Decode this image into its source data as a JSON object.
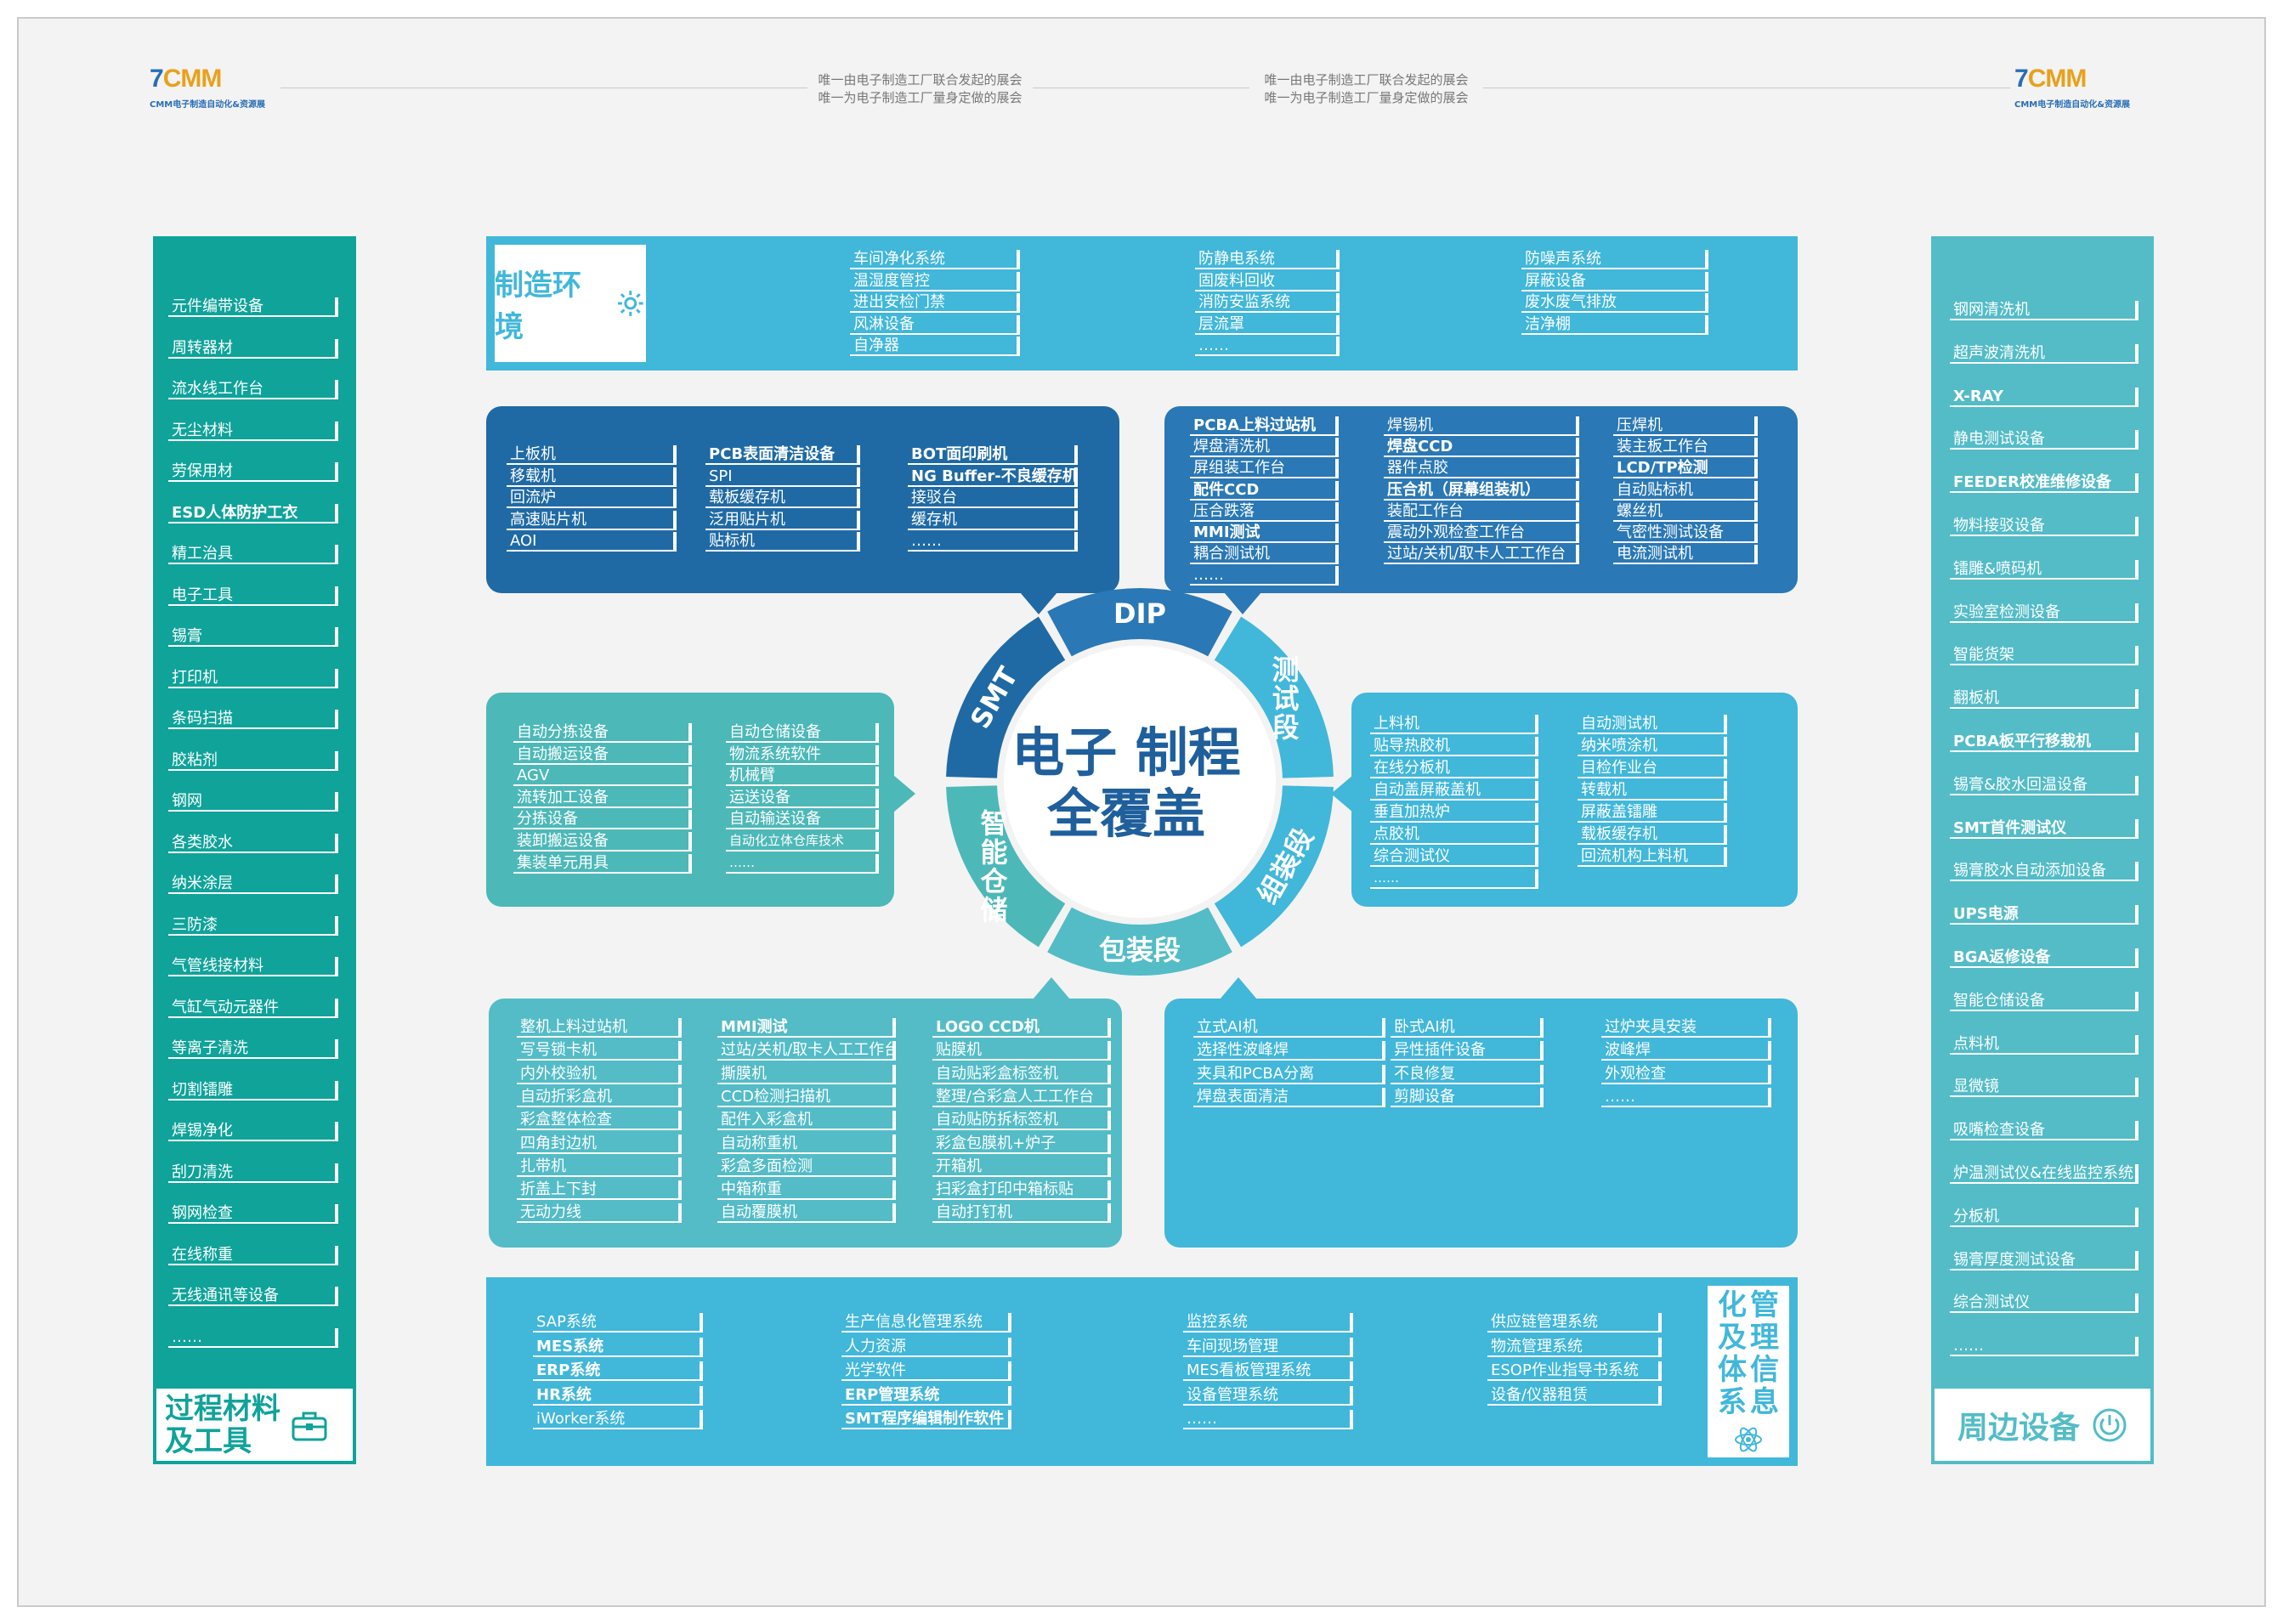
{
  "brand": {
    "logo_mark": "7",
    "logo_text": "CMM",
    "logo_caption": "CMM电子制造自动化&资源展"
  },
  "slogans": [
    {
      "line1": "唯一由电子制造工厂联合发起的展会",
      "line2": "唯一为电子制造工厂量身定做的展会"
    },
    {
      "line1": "唯一由电子制造工厂联合发起的展会",
      "line2": "唯一为电子制造工厂量身定做的展会"
    }
  ],
  "colors": {
    "teal_dark": "#0fa39a",
    "teal_light": "#53bcc7",
    "sky": "#41b7da",
    "navy": "#1f6aa5",
    "mint": "#4db8b8",
    "center_text": "#1f5f9c"
  },
  "center": {
    "line1": "电子 制程",
    "line2": "全覆盖"
  },
  "ring_labels": {
    "smt": "SMT",
    "dip": "DIP",
    "test": "测试段",
    "assemble": "组装段",
    "pack": "包装段",
    "storage": "智能仓储"
  },
  "left_panel": {
    "title_line1": "过程材料",
    "title_line2": "及工具",
    "icon": "toolbox-icon",
    "items": [
      "元件编带设备",
      "周转器材",
      "流水线工作台",
      "无尘材料",
      "劳保用材",
      "ESD人体防护工衣",
      "精工治具",
      "电子工具",
      "锡膏",
      "打印机",
      "条码扫描",
      "胶粘剂",
      "钢网",
      "各类胶水",
      "纳米涂层",
      "三防漆",
      "气管线接材料",
      "气缸气动元器件",
      "等离子清洗",
      "切割镭雕",
      "焊锡净化",
      "刮刀清洗",
      "钢网检查",
      "在线称重",
      "无线通讯等设备",
      "……"
    ]
  },
  "right_panel": {
    "title": "周边设备",
    "icon": "power-icon",
    "items": [
      "钢网清洗机",
      "超声波清洗机",
      "X-RAY",
      "静电测试设备",
      "FEEDER校准维修设备",
      "物料接驳设备",
      "镭雕&喷码机",
      "实验室检测设备",
      "智能货架",
      "翻板机",
      "PCBA板平行移栽机",
      "锡膏&胶水回温设备",
      "SMT首件测试仪",
      "锡膏胶水自动添加设备",
      "UPS电源",
      "BGA返修设备",
      "智能仓储设备",
      "点料机",
      "显微镜",
      "吸嘴检查设备",
      "炉温测试仪&在线监控系统",
      "分板机",
      "锡膏厚度测试设备",
      "综合测试仪",
      "……"
    ]
  },
  "env_panel": {
    "title": "制造环境",
    "icon": "gear-icon",
    "col1": [
      "车间净化系统",
      "温湿度管控",
      "进出安检门禁",
      "风淋设备",
      "自净器"
    ],
    "col2": [
      "防静电系统",
      "固废料回收",
      "消防安监系统",
      "层流罩",
      "……"
    ],
    "col3": [
      "防噪声系统",
      "屏蔽设备",
      "废水废气排放",
      "洁净棚"
    ]
  },
  "smt_panel": {
    "col1": [
      "上板机",
      "移载机",
      "回流炉",
      "高速贴片机",
      "AOI"
    ],
    "col2": [
      "PCB表面清洁设备",
      "SPI",
      "载板缓存机",
      "泛用贴片机",
      "贴标机"
    ],
    "col3": [
      "BOT面印刷机",
      "NG Buffer-不良缓存机",
      "接驳台",
      "缓存机",
      "……"
    ]
  },
  "dip_panel": {
    "col1": [
      "PCBA上料过站机",
      "焊盘清洗机",
      "屏组装工作台",
      "配件CCD",
      "压合跌落",
      "MMI测试",
      "耦合测试机",
      "……"
    ],
    "col2": [
      "焊锡机",
      "焊盘CCD",
      "器件点胶",
      "压合机（屏幕组装机）",
      "装配工作台",
      "震动外观检查工作台",
      "过站/关机/取卡人工工作台"
    ],
    "col3": [
      "压焊机",
      "装主板工作台",
      "LCD/TP检测",
      "自动贴标机",
      "螺丝机",
      "气密性测试设备",
      "电流测试机"
    ]
  },
  "storage_panel": {
    "col1": [
      "自动分拣设备",
      "自动搬运设备",
      "AGV",
      "流转加工设备",
      "分拣设备",
      "装卸搬运设备",
      "集装单元用具"
    ],
    "col2": [
      "自动仓储设备",
      "物流系统软件",
      "机械臂",
      "运送设备",
      "自动输送设备",
      "自动化立体仓库技术",
      "……"
    ]
  },
  "test_panel": {
    "col1": [
      "上料机",
      "贴导热胶机",
      "在线分板机",
      "自动盖屏蔽盖机",
      "垂直加热炉",
      "点胶机",
      "综合测试仪",
      "……"
    ],
    "col2": [
      "自动测试机",
      "纳米喷涂机",
      "目检作业台",
      "转载机",
      "屏蔽盖镭雕",
      "载板缓存机",
      "回流机构上料机"
    ]
  },
  "pack_panel": {
    "col1": [
      "整机上料过站机",
      "写号锁卡机",
      "内外校验机",
      "自动折彩盒机",
      "彩盒整体检查",
      "四角封边机",
      "扎带机",
      "折盖上下封",
      "无动力线"
    ],
    "col2": [
      "MMI测试",
      "过站/关机/取卡人工工作台",
      "撕膜机",
      "CCD检测扫描机",
      "配件入彩盒机",
      "自动称重机",
      "彩盒多面检测",
      "中箱称重",
      "自动覆膜机"
    ],
    "col3": [
      "LOGO CCD机",
      "贴膜机",
      "自动贴彩盒标签机",
      "整理/合彩盒人工工作台",
      "自动贴防拆标签机",
      "彩盒包膜机+炉子",
      "开箱机",
      "扫彩盒打印中箱标贴",
      "自动打钉机"
    ]
  },
  "assemble_panel": {
    "col1": [
      "立式AI机",
      "选择性波峰焊",
      "夹具和PCBA分离",
      "焊盘表面清洁"
    ],
    "col2": [
      "卧式AI机",
      "异性插件设备",
      "不良修复",
      "剪脚设备"
    ],
    "col3": [
      "过炉夹具安装",
      "波峰焊",
      "外观检查",
      "……"
    ]
  },
  "info_panel": {
    "title": "管理信息化及体系",
    "icon": "atom-icon",
    "col1": [
      "SAP系统",
      "MES系统",
      "ERP系统",
      "HR系统",
      "iWorker系统"
    ],
    "col2": [
      "生产信息化管理系统",
      "人力资源",
      "光学软件",
      "ERP管理系统",
      "SMT程序编辑制作软件"
    ],
    "col3": [
      "监控系统",
      "车间现场管理",
      "MES看板管理系统",
      "设备管理系统",
      "……"
    ],
    "col4": [
      "供应链管理系统",
      "物流管理系统",
      "ESOP作业指导书系统",
      "设备/仪器租赁"
    ]
  }
}
